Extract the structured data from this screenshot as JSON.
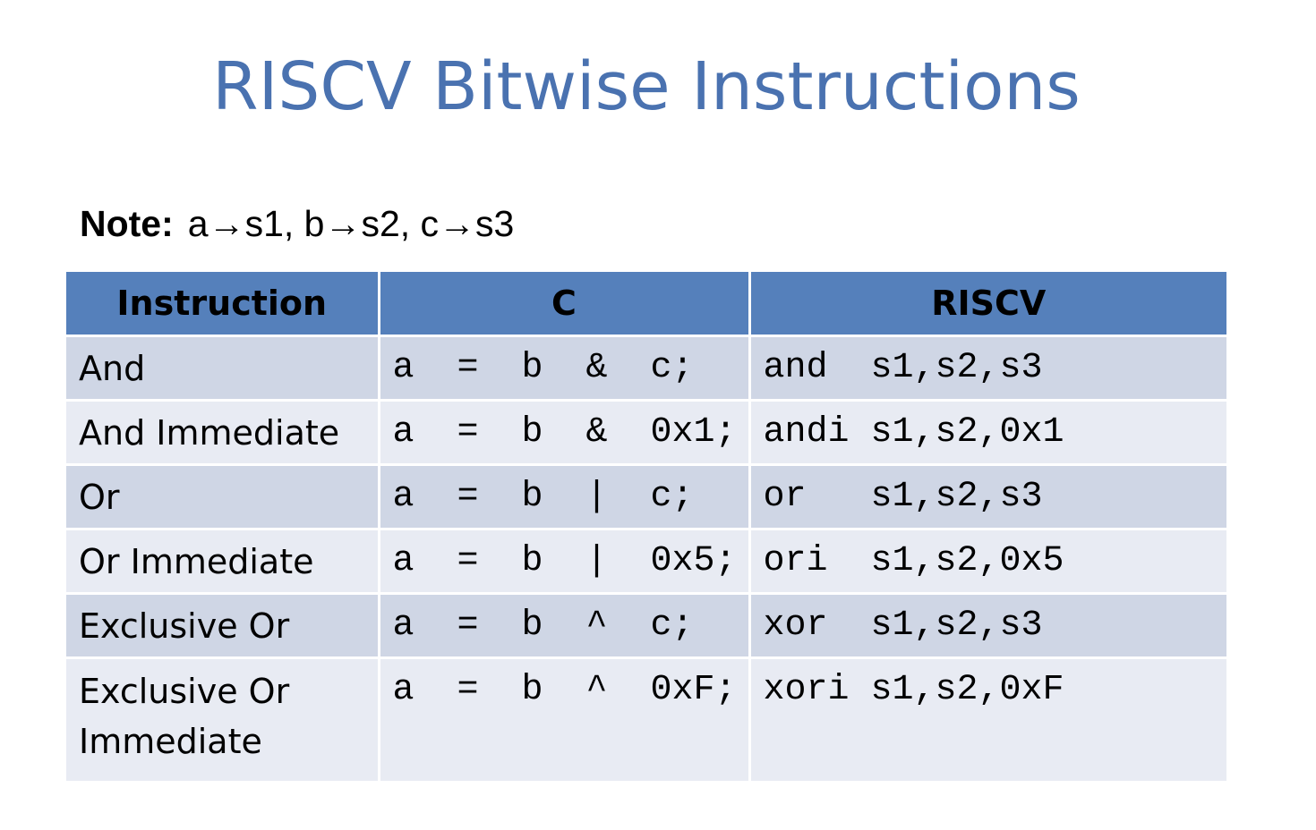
{
  "title": "RISCV Bitwise Instructions",
  "note": {
    "label": "Note:",
    "text": "a→s1, b→s2, c→s3"
  },
  "table": {
    "headers": [
      "Instruction",
      "C",
      "RISCV"
    ],
    "rows": [
      [
        "And",
        "a = b & c;",
        "and  s1,s2,s3"
      ],
      [
        "And Immediate",
        "a = b & 0x1;",
        "andi s1,s2,0x1"
      ],
      [
        "Or",
        "a = b | c;",
        "or   s1,s2,s3"
      ],
      [
        "Or Immediate",
        "a = b | 0x5;",
        "ori  s1,s2,0x5"
      ],
      [
        "Exclusive Or",
        "a = b ^ c;",
        "xor  s1,s2,s3"
      ],
      [
        "Exclusive Or Immediate",
        "a = b ^ 0xF;",
        "xori s1,s2,0xF"
      ]
    ]
  },
  "colors": {
    "title": "#4a72b0",
    "header_bg": "#5580bb",
    "row_dark": "#cfd6e5",
    "row_light": "#e8ebf3"
  }
}
